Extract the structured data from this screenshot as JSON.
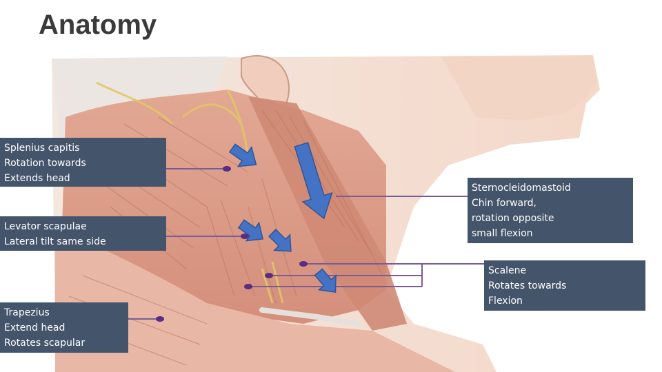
{
  "page": {
    "title": "Anatomy"
  },
  "labels": {
    "splenius": {
      "lines": [
        "Splenius capitis",
        "Rotation towards",
        "Extends head"
      ]
    },
    "levator": {
      "lines": [
        "Levator scapulae",
        "Lateral tilt same side"
      ]
    },
    "trapezius": {
      "lines": [
        "Trapezius",
        "Extend head",
        "Rotates scapular"
      ]
    },
    "scm": {
      "lines": [
        "Sternocleidomastoid",
        "Chin forward,",
        "rotation opposite",
        "small flexion"
      ]
    },
    "scalene": {
      "lines": [
        "Scalene",
        "Rotates towards",
        "Flexion"
      ]
    }
  },
  "colors": {
    "label_box": "#44546a",
    "label_text": "#ffffff",
    "leader": "#7a5b97",
    "leader_dot": "#5a2d82",
    "arrow": "#4472c4",
    "muscle": "#d99a86",
    "skin": "#f2d3c3"
  }
}
